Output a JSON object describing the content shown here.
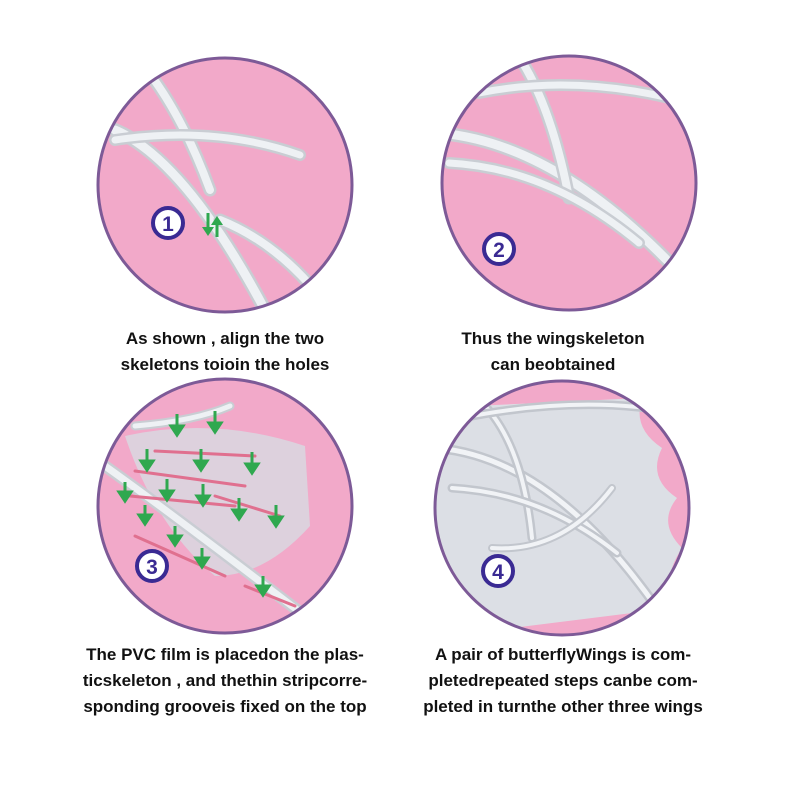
{
  "colors": {
    "circle_border": "#7d5a97",
    "circle_fill": "#f2a9c9",
    "badge": "#3a2a93",
    "arrow": "#2fa84f",
    "strip": "#e0708f",
    "skeleton": "#e9ecf0"
  },
  "steps": [
    {
      "badge": "1",
      "caption_lines": [
        "As shown , align the two",
        "skeletons toioin the holes"
      ]
    },
    {
      "badge": "2",
      "caption_lines": [
        "Thus the wingskeleton",
        "can beobtained"
      ]
    },
    {
      "badge": "3",
      "caption_lines": [
        "The PVC film is placedon the plas-",
        "ticskeleton , and thethin stripcorre-",
        "sponding grooveis fixed on the top"
      ]
    },
    {
      "badge": "4",
      "caption_lines": [
        "A pair of butterflyWings is com-",
        "pletedrepeated steps canbe com-",
        "pleted in turnthe other three wings"
      ]
    }
  ]
}
